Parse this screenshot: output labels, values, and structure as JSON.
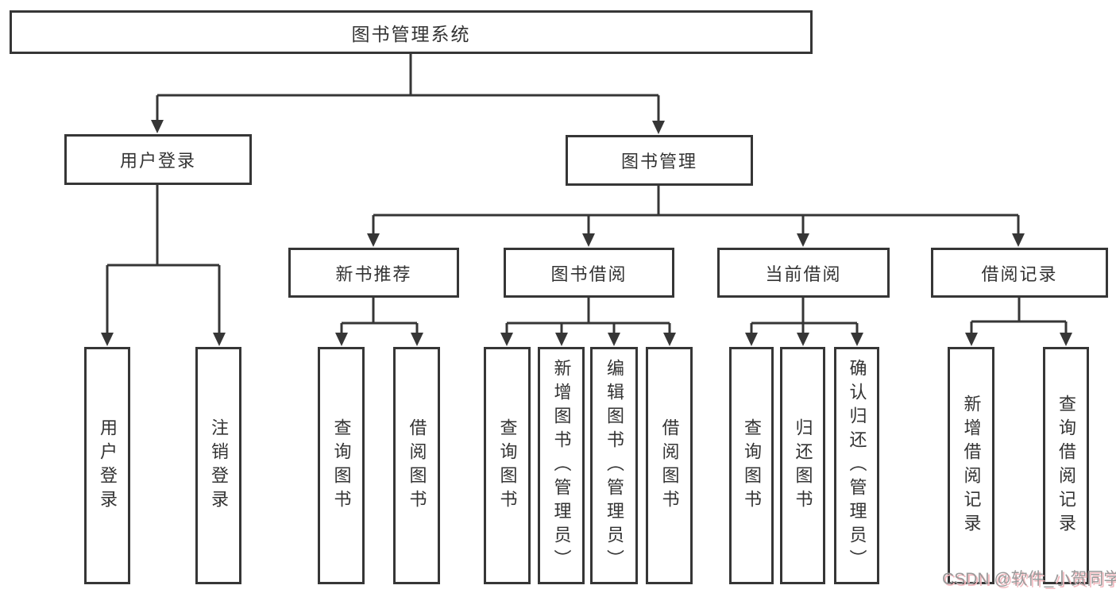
{
  "diagram_type": "hierarchy-tree",
  "tree": {
    "label": "图书管理系统",
    "children": [
      {
        "label": "用户登录",
        "children": [
          {
            "label": "用户登录"
          },
          {
            "label": "注销登录"
          }
        ]
      },
      {
        "label": "图书管理",
        "children": [
          {
            "label": "新书推荐",
            "children": [
              {
                "label": "查询图书"
              },
              {
                "label": "借阅图书"
              }
            ]
          },
          {
            "label": "图书借阅",
            "children": [
              {
                "label": "查询图书"
              },
              {
                "label": "新增图书（管理员）"
              },
              {
                "label": "编辑图书（管理员）"
              },
              {
                "label": "借阅图书"
              }
            ]
          },
          {
            "label": "当前借阅",
            "children": [
              {
                "label": "查询图书"
              },
              {
                "label": "归还图书"
              },
              {
                "label": "确认归还（管理员）"
              }
            ]
          },
          {
            "label": "借阅记录",
            "children": [
              {
                "label": "新增借阅记录"
              },
              {
                "label": "查询借阅记录"
              }
            ]
          }
        ]
      }
    ]
  },
  "watermark": {
    "text": "CSDN @软件_小贺同学"
  },
  "colors": {
    "line": "#363636",
    "box_border": "#363636",
    "text": "#333333",
    "background": "#ffffff",
    "watermark_text": "#9a9a9a",
    "watermark_shadow": "#f2b8be"
  }
}
